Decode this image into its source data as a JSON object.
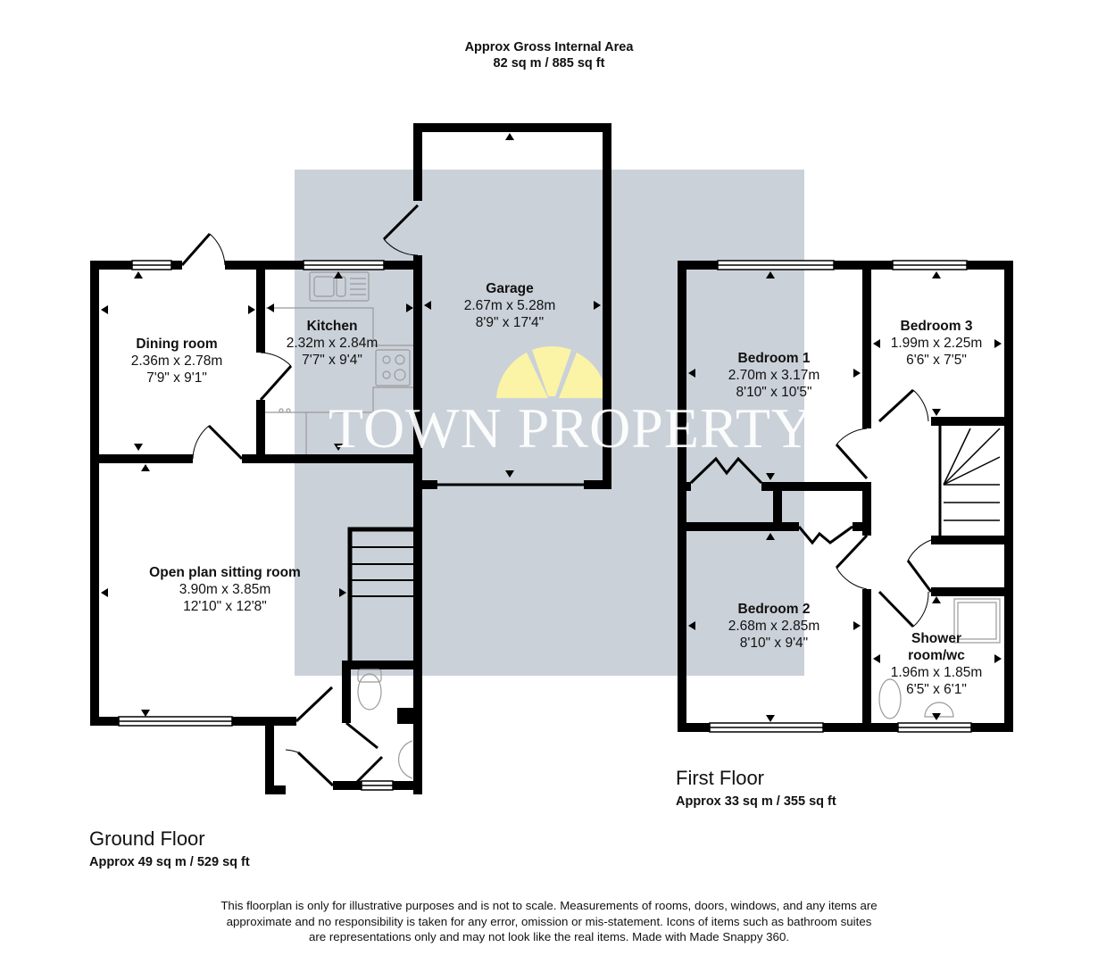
{
  "header": {
    "title": "Approx Gross Internal Area",
    "area": "82 sq m / 885 sq ft"
  },
  "watermark": {
    "text": "TOWN PROPERTY",
    "logo": "sunburst-logo-icon",
    "logo_color": "#fbf3a6",
    "box_color": "#cbd1d9"
  },
  "ground_floor": {
    "label": "Ground Floor",
    "area": "Approx 49 sq m / 529 sq ft",
    "rooms": [
      {
        "name": "Dining room",
        "metric": "2.36m x 2.78m",
        "imperial": "7'9\" x 9'1\""
      },
      {
        "name": "Kitchen",
        "metric": "2.32m x 2.84m",
        "imperial": "7'7\" x 9'4\""
      },
      {
        "name": "Garage",
        "metric": "2.67m x 5.28m",
        "imperial": "8'9\" x 17'4\""
      },
      {
        "name": "Open plan sitting room",
        "metric": "3.90m x 3.85m",
        "imperial": "12'10\" x 12'8\""
      }
    ]
  },
  "first_floor": {
    "label": "First Floor",
    "area": "Approx 33 sq m / 355 sq ft",
    "rooms": [
      {
        "name": "Bedroom 1",
        "metric": "2.70m x 3.17m",
        "imperial": "8'10\" x 10'5\""
      },
      {
        "name": "Bedroom 3",
        "metric": "1.99m x 2.25m",
        "imperial": "6'6\" x 7'5\""
      },
      {
        "name": "Bedroom 2",
        "metric": "2.68m x 2.85m",
        "imperial": "8'10\" x 9'4\""
      },
      {
        "name": "Shower room/wc",
        "name_line1": "Shower",
        "name_line2": "room/wc",
        "metric": "1.96m x 1.85m",
        "imperial": "6'5\" x 6'1\""
      }
    ]
  },
  "disclaimer": {
    "line1": "This floorplan is only for illustrative purposes and is not to scale. Measurements of rooms, doors, windows, and any items are",
    "line2": "approximate and no responsibility is taken for any error, omission or mis-statement. Icons of items such as bathroom suites",
    "line3": "are representations only and may not look like the real items. Made with Made Snappy 360."
  },
  "colors": {
    "wall": "#000000",
    "fixture": "#9a9a9a",
    "background": "#ffffff"
  }
}
